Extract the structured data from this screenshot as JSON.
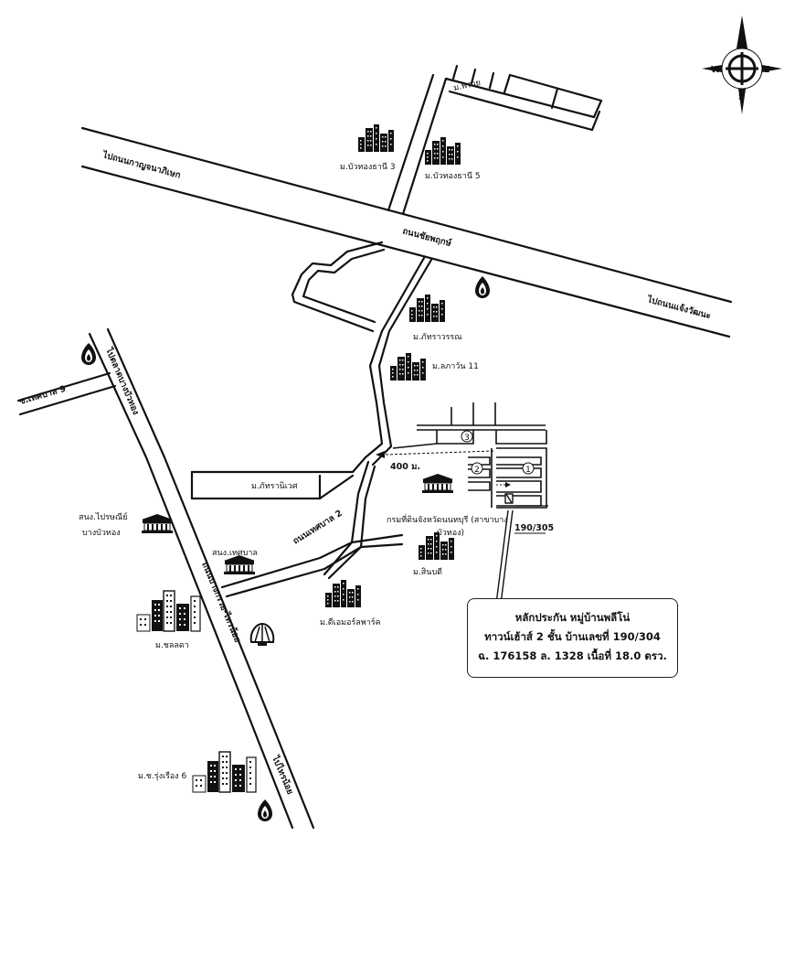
{
  "map": {
    "labels": {
      "m_pruay": "ม.พรวย",
      "m_buathong3": "ม.บัวทองธานี 3",
      "m_buathong5": "ม.บัวทองธานี 5",
      "to_kanchana": "ไปถนนกาญจนาภิเษก",
      "thanon_chaiyapruek": "ถนนชัยพฤกษ์",
      "to_chaengwattana": "ไปถนนแจ้งวัฒนะ",
      "m_phattharawan": "ม.ภัทราวรรณ",
      "m_lapawan11": "ม.ลภาวัน 11",
      "to_talad_bangbuathong": "ไปตลาดบางบัวทอง",
      "soi_thesaban9": "ซ.เทศบาล 9",
      "dist_400": "400 ม.",
      "m_phattharaniwet": "ม.ภัทรานิเวศ",
      "land_office": "กรมที่ดินจังหวัดนนทบุรี (สาขาบาง",
      "land_office_2": "บัวทอง)",
      "house_190_305": "190/305",
      "post_office": "สนง.ไปรษณีย์",
      "post_office_2": "บางบัวทอง",
      "thanon_thesaban2": "ถนนเทศบาล 2",
      "thesaban_office": "สนง.เทศบาล",
      "m_sinbodi": "ม.สินบดี",
      "thanon_bangkruai": "ถนนบางกรวย-ไทรน้อย",
      "m_dee_amore": "ม.ดีเอมอร์ลพาร์ค",
      "m_chollada": "ม.ชลลดา",
      "to_sainoi": "ไปไทรน้อย",
      "m_chor_rungrueang6": "ม.ช.รุ่งเรือง 6",
      "num1": "1",
      "num2": "2",
      "num3": "3"
    },
    "compass": {
      "n": "N",
      "e": "E",
      "s": "S",
      "w": "W"
    }
  },
  "info_box": {
    "line1": "หลักประกัน หมู่บ้านพลีโน่",
    "line2": "ทาวน์เฮ้าส์ 2 ชั้น บ้านเลขที่ 190/304",
    "line3": "ฉ. 176158 ล. 1328  เนื้อที่ 18.0 ตรว."
  }
}
